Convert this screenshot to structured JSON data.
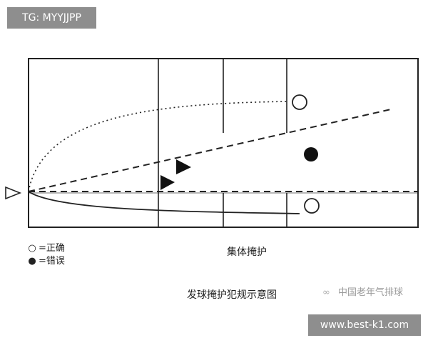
{
  "overlays": {
    "top_tag": "TG: MYYJJPP",
    "bottom_tag": "www.best-k1.com"
  },
  "legend": {
    "correct": "=正确",
    "error": "=错误"
  },
  "diagram": {
    "subcaption": "集体掩护",
    "caption": "发球掩护犯规示意图"
  },
  "watermark": {
    "text": "中国老年气排球",
    "icon": "wechat-icon"
  },
  "colors": {
    "ink": "#222222",
    "tag_bg": "#8e8e8e"
  }
}
